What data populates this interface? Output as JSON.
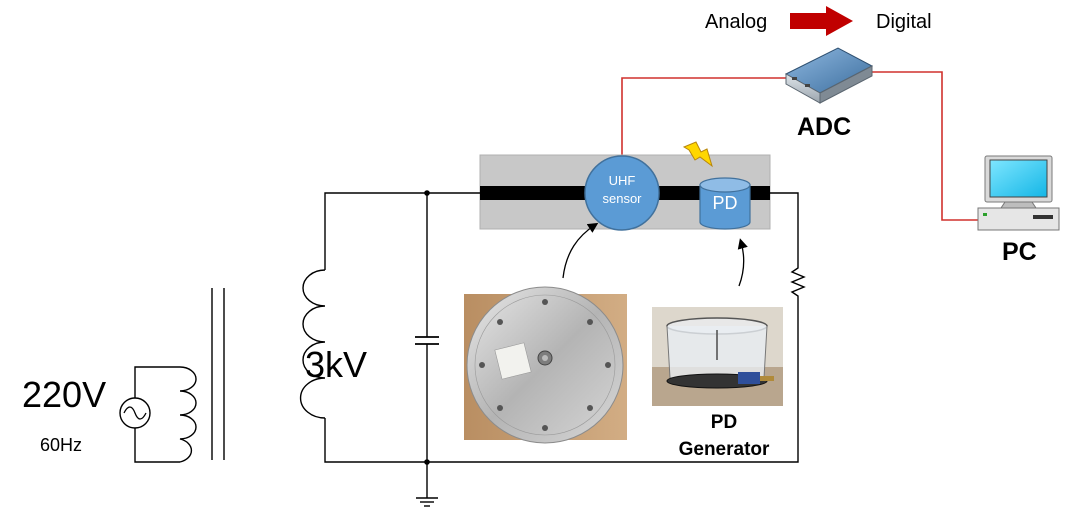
{
  "labels": {
    "analog": "Analog",
    "digital": "Digital",
    "adc": "ADC",
    "pc": "PC",
    "uhf_line1": "UHF",
    "uhf_line2": "sensor",
    "pd": "PD",
    "pd_generator_line1": "PD",
    "pd_generator_line2": "Generator",
    "voltage_3kv": "3kV",
    "voltage_220v": "220V",
    "frequency": "60Hz"
  },
  "colors": {
    "signal_wire": "#d0312d",
    "arrow_fill": "#c00000",
    "sensor_blue": "#5b9bd5",
    "chamber_gray": "#c8c8c8",
    "bolt_yellow": "#ffd700",
    "circuit_line": "#000000"
  },
  "icons": {
    "adc": "adc-device-icon",
    "pc": "desktop-computer-icon",
    "discharge": "lightning-bolt-icon",
    "ground": "ground-symbol-icon",
    "ac_source": "ac-source-icon"
  }
}
